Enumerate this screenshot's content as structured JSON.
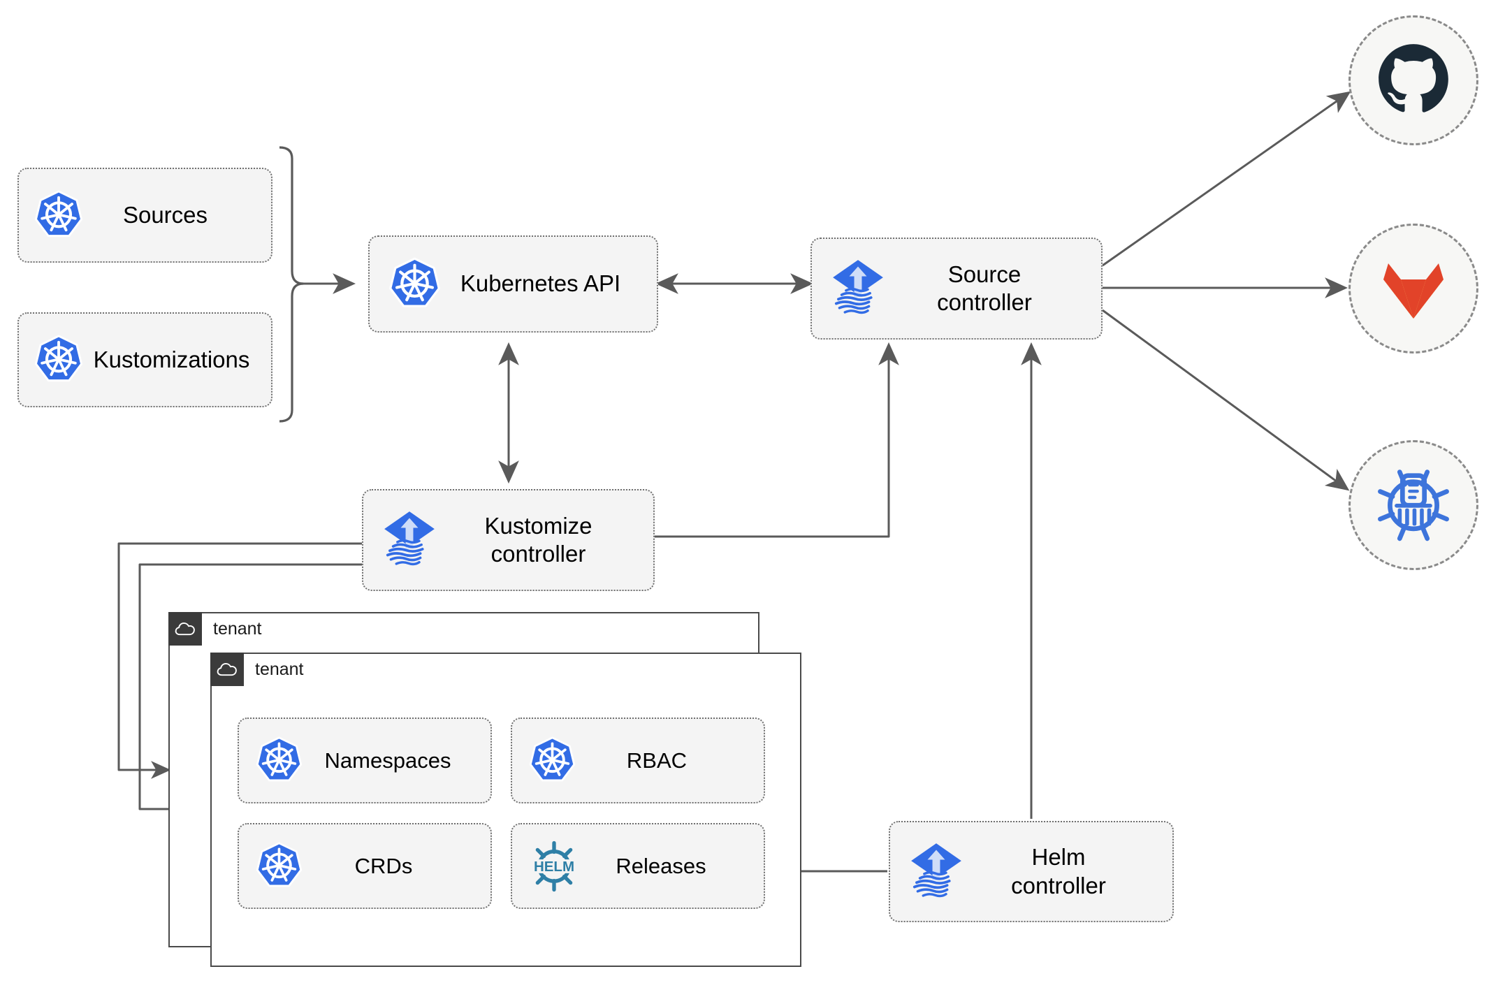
{
  "diagram": {
    "title": "Flux GitOps multi-tenancy architecture",
    "colors": {
      "kubernetes_blue": "#326CE5",
      "flux_blue": "#326CE5",
      "helm_teal": "#2E7FA6",
      "github_dark": "#1B2A36",
      "gitlab_orange": "#E24329",
      "gitlab_amber": "#FCA326",
      "helmrepo_blue": "#3D74DB",
      "card_fill": "#F4F4F4",
      "card_border": "#6F6F6F",
      "wire": "#5A5A5A",
      "tenant_border": "#4A4A4A",
      "tenant_tab": "#3B3B3B",
      "circle_fill": "#F7F7F5",
      "circle_border": "#8A8A8A"
    },
    "resources": [
      {
        "id": "sources",
        "label": "Sources",
        "icon": "kubernetes-icon"
      },
      {
        "id": "kustomizations",
        "label": "Kustomizations",
        "icon": "kubernetes-icon"
      }
    ],
    "nodes": [
      {
        "id": "kubernetes-api",
        "label": "Kubernetes API",
        "icon": "kubernetes-icon"
      },
      {
        "id": "source-controller",
        "label": "Source\ncontroller",
        "icon": "flux-icon"
      },
      {
        "id": "kustomize-controller",
        "label": "Kustomize\ncontroller",
        "icon": "flux-icon"
      },
      {
        "id": "helm-controller",
        "label": "Helm\ncontroller",
        "icon": "flux-icon"
      }
    ],
    "providers": [
      {
        "id": "github",
        "label": "github-icon",
        "icon": "github-icon"
      },
      {
        "id": "gitlab",
        "label": "gitlab-icon",
        "icon": "gitlab-icon"
      },
      {
        "id": "helm-repository",
        "label": "helm-repository-icon",
        "icon": "helm-repository-icon"
      }
    ],
    "tenants": [
      {
        "id": "tenant-outer",
        "label": "tenant",
        "icon": "cloud-icon"
      },
      {
        "id": "tenant-inner",
        "label": "tenant",
        "icon": "cloud-icon"
      }
    ],
    "tenant_resources": [
      {
        "id": "namespaces",
        "label": "Namespaces",
        "icon": "kubernetes-icon"
      },
      {
        "id": "rbac",
        "label": "RBAC",
        "icon": "kubernetes-icon"
      },
      {
        "id": "crds",
        "label": "CRDs",
        "icon": "kubernetes-icon"
      },
      {
        "id": "releases",
        "label": "Releases",
        "icon": "helm-icon"
      }
    ],
    "helm_wordmark": "HELM"
  }
}
